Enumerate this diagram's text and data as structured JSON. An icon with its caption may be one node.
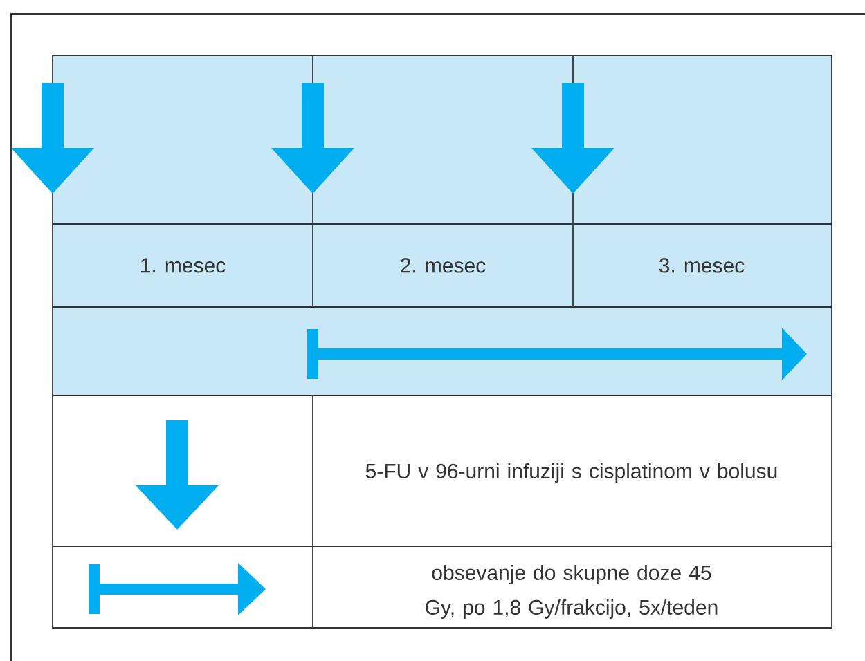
{
  "diagram": {
    "labels": [
      "1. mesec",
      "2. mesec",
      "3. mesec"
    ],
    "legend": [
      {
        "text": "5-FU v 96-urni infuziji s cisplatinom v bolusu"
      },
      {
        "text": "obsevanje do skupne doze 45 Gy, po 1,8 Gy/frakcijo, 5x/teden"
      }
    ]
  }
}
